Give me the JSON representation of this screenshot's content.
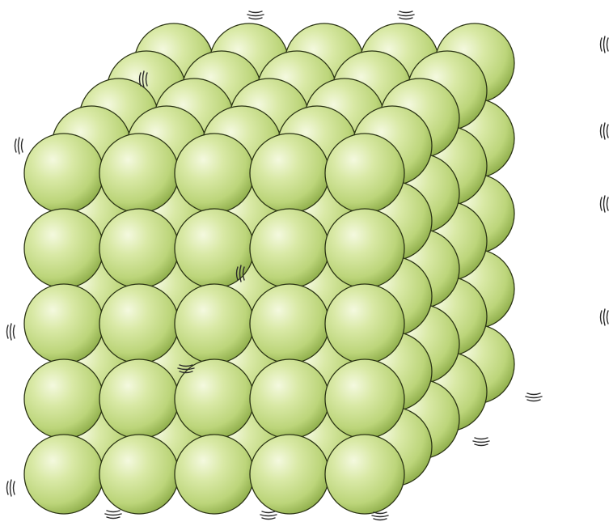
{
  "figure": {
    "subject": "particle-lattice",
    "grid": {
      "columns": 5,
      "rows": 5,
      "layers": 5
    },
    "colors": {
      "background": "#ffffff",
      "sphere_highlight": "#f4f9df",
      "sphere_light": "#d9e9a6",
      "sphere_mid": "#bcd57a",
      "sphere_shadow": "#8fae4b",
      "outline": "#2b3414",
      "motion_marks": "#2b2b2b"
    },
    "motion_marks": true
  }
}
